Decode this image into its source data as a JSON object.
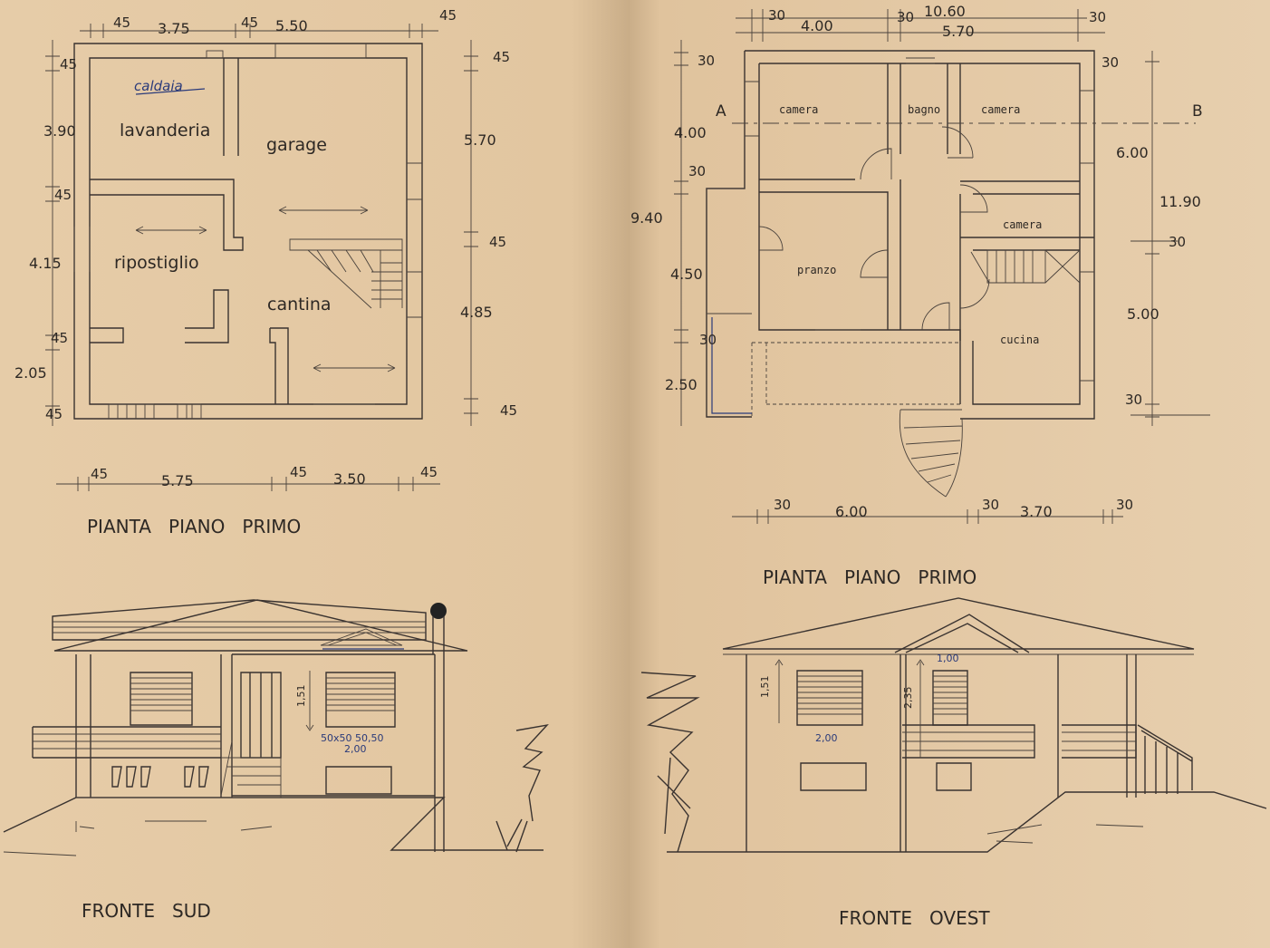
{
  "left_plan": {
    "dims_top": [
      "45",
      "3.75",
      "45",
      "5.50",
      "45"
    ],
    "dims_left": [
      "45",
      "3.90",
      "45",
      "4.15",
      "45",
      "2.05",
      "45"
    ],
    "dims_right": [
      "45",
      "5.70",
      "45",
      "4.85",
      "45"
    ],
    "dims_bottom": [
      "45",
      "5.75",
      "45",
      "3.50",
      "45"
    ],
    "rooms": {
      "caldaia": "caldaia",
      "lavanderia": "lavanderia",
      "garage": "garage",
      "ripostiglio": "ripostiglio",
      "cantina": "cantina"
    },
    "title": "PIANTA   PIANO   PRIMO"
  },
  "right_plan": {
    "dims_top": [
      "30",
      "4.00",
      "30",
      "10.60",
      "5.70",
      "30"
    ],
    "dims_left": [
      "30",
      "4.00",
      "30",
      "9.40",
      "4.50",
      "30",
      "2.50"
    ],
    "dims_right": [
      "30",
      "6.00",
      "11.90",
      "30",
      "5.00",
      "30"
    ],
    "dims_bottom": [
      "30",
      "6.00",
      "30",
      "3.70",
      "30"
    ],
    "section_a": "A",
    "section_b": "B",
    "rooms": {
      "camera1": "camera",
      "bagno": "bagno",
      "camera2": "camera",
      "camera3": "camera",
      "pranzo": "pranzo",
      "cucina": "cucina"
    },
    "title": "PIANTA   PIANO   PRIMO"
  },
  "elev_left": {
    "title": "FRONTE   SUD",
    "h_note": "1,51",
    "w_note": "2,00",
    "small_note": "50x50 50,50"
  },
  "elev_right": {
    "title": "FRONTE   OVEST",
    "h_note": "1,51",
    "h_note2": "2,35",
    "w_note": "2,00",
    "top_note": "1,00"
  }
}
